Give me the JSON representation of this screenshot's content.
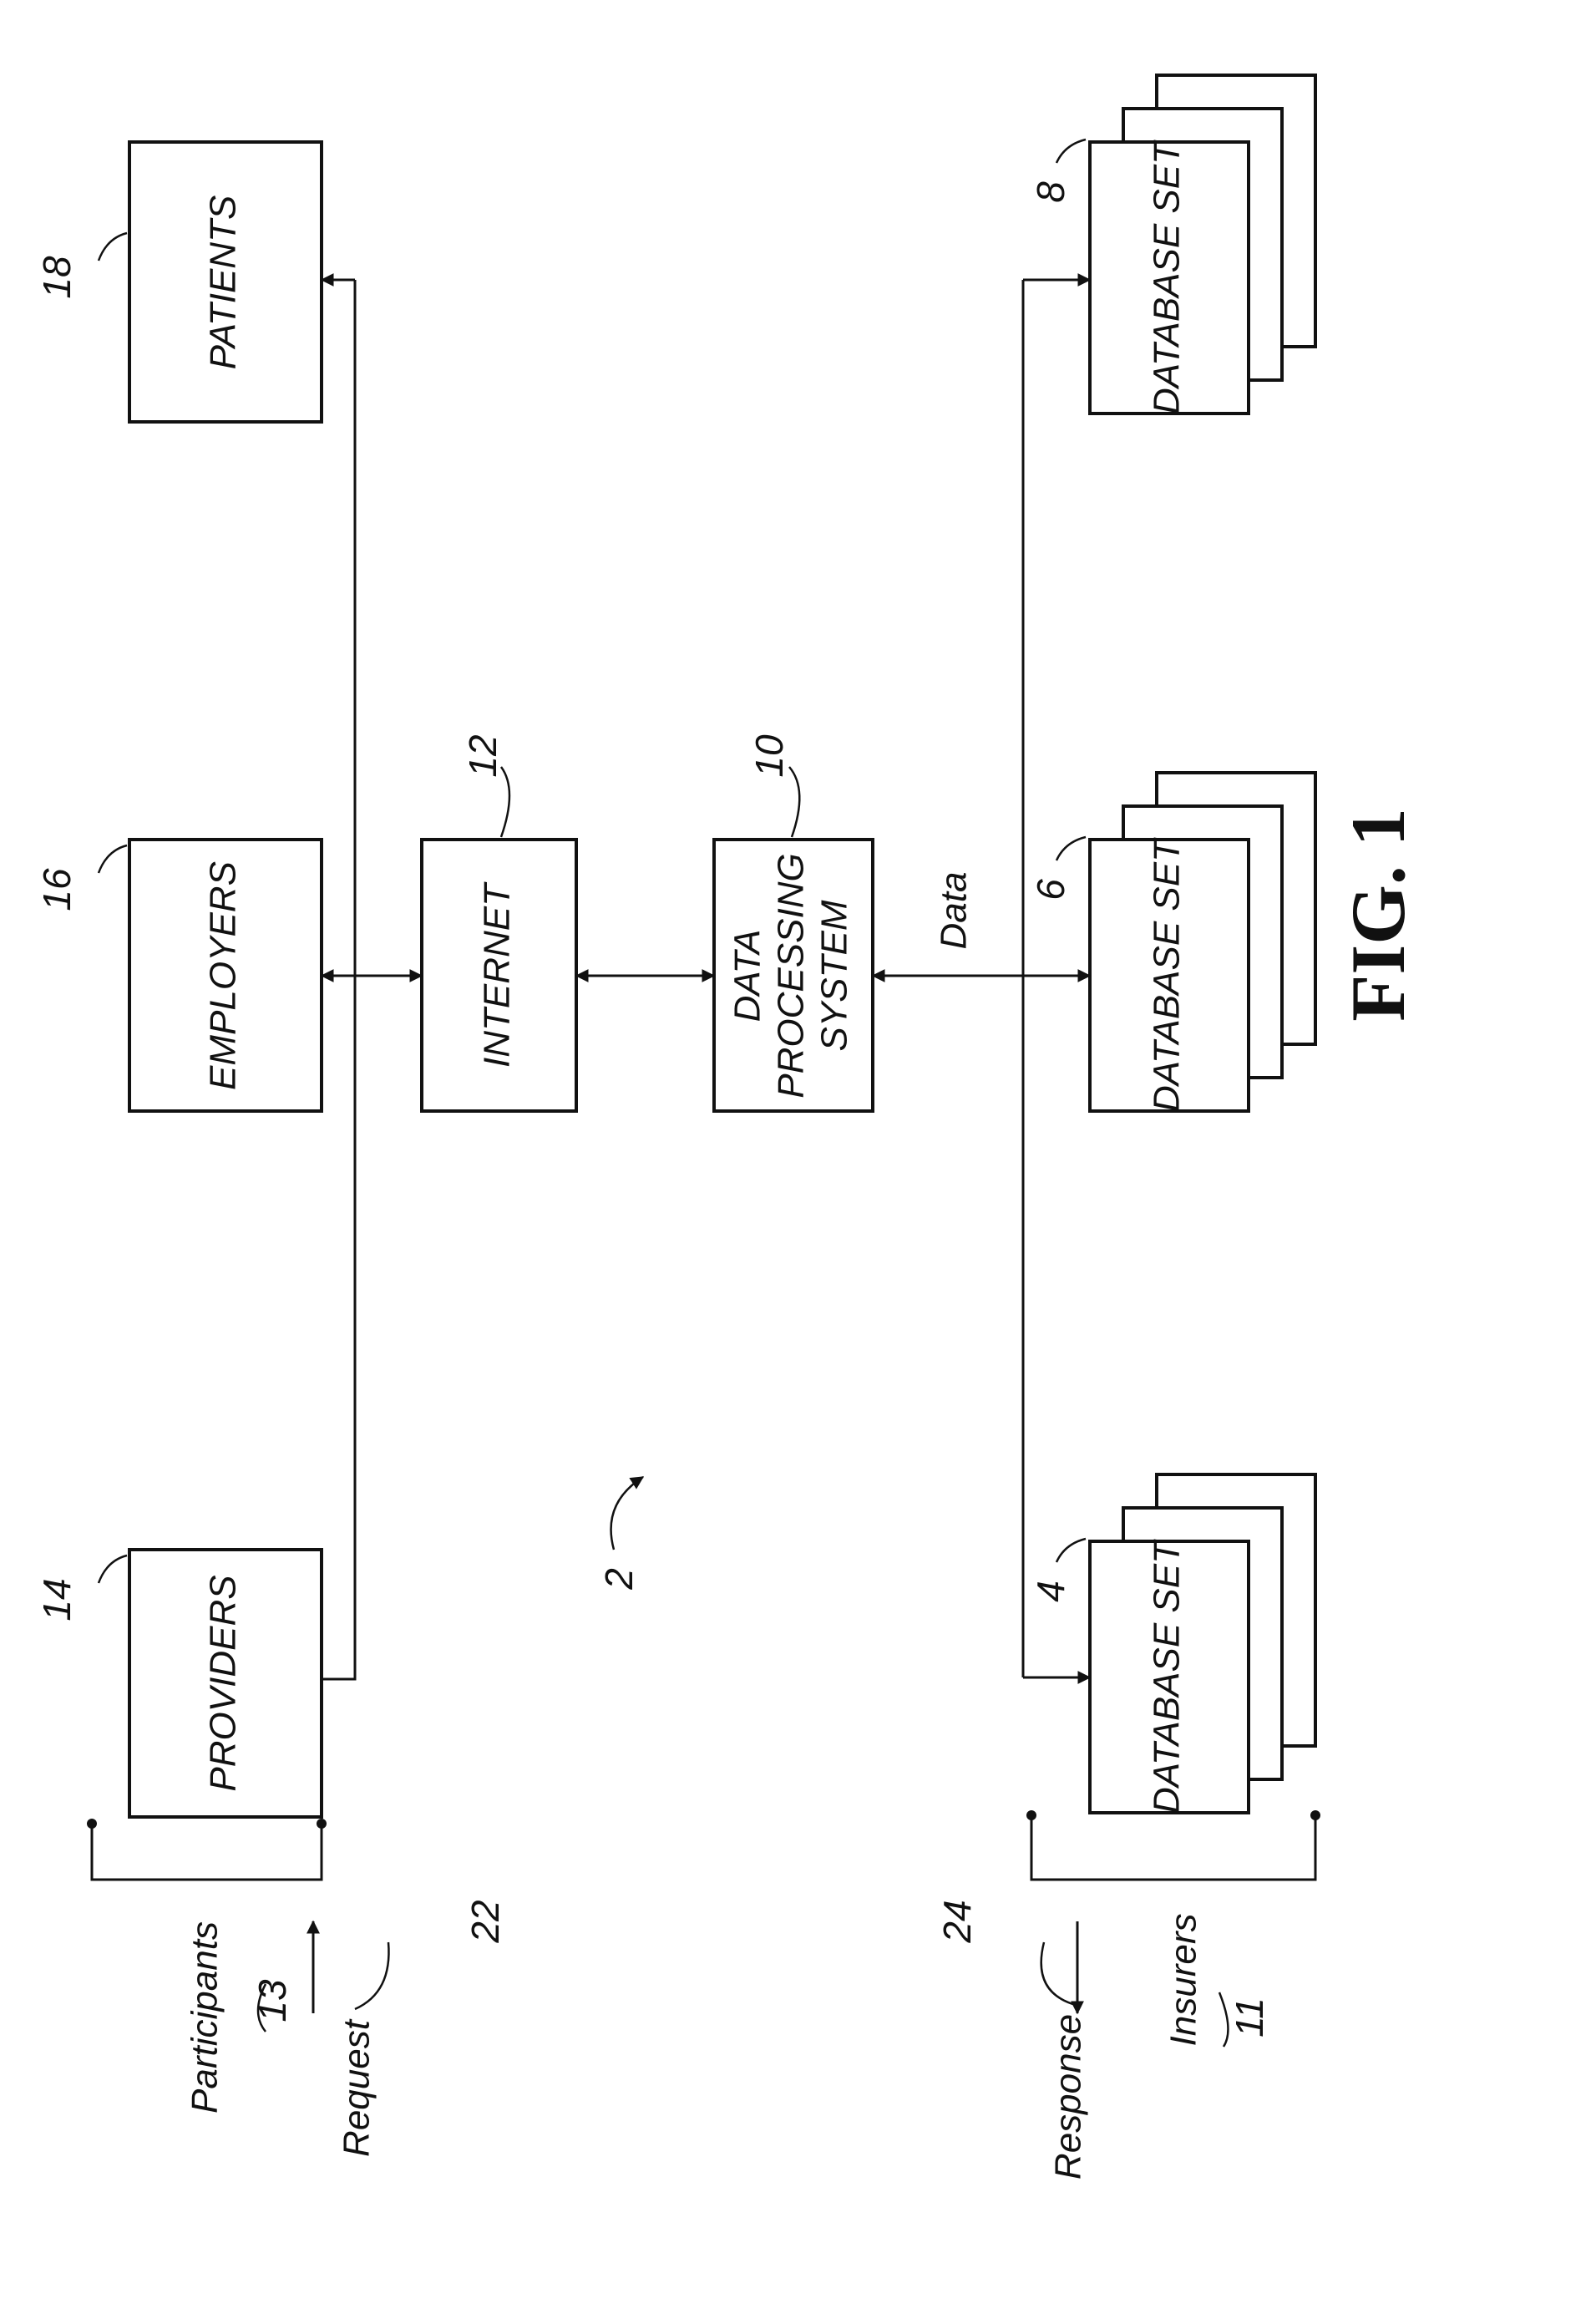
{
  "figure_label": "FIG. 1",
  "system_ref": "2",
  "boxes": {
    "providers": {
      "label": "PROVIDERS",
      "ref": "14"
    },
    "employers": {
      "label": "EMPLOYERS",
      "ref": "16"
    },
    "patients": {
      "label": "PATIENTS",
      "ref": "18"
    },
    "internet": {
      "label": "INTERNET",
      "ref": "12"
    },
    "dps": {
      "label_lines": [
        "DATA",
        "PROCESSING",
        "SYSTEM"
      ],
      "ref": "10"
    },
    "db1": {
      "label": "DATABASE SET",
      "ref": "4"
    },
    "db2": {
      "label": "DATABASE SET",
      "ref": "6"
    },
    "db3": {
      "label": "DATABASE SET",
      "ref": "8"
    }
  },
  "labels": {
    "data": "Data",
    "participants": "Participants",
    "participants_ref": "13",
    "insurers": "Insurers",
    "insurers_ref": "11",
    "request": "Request",
    "request_ref": "22",
    "response": "Response",
    "response_ref": "24"
  }
}
